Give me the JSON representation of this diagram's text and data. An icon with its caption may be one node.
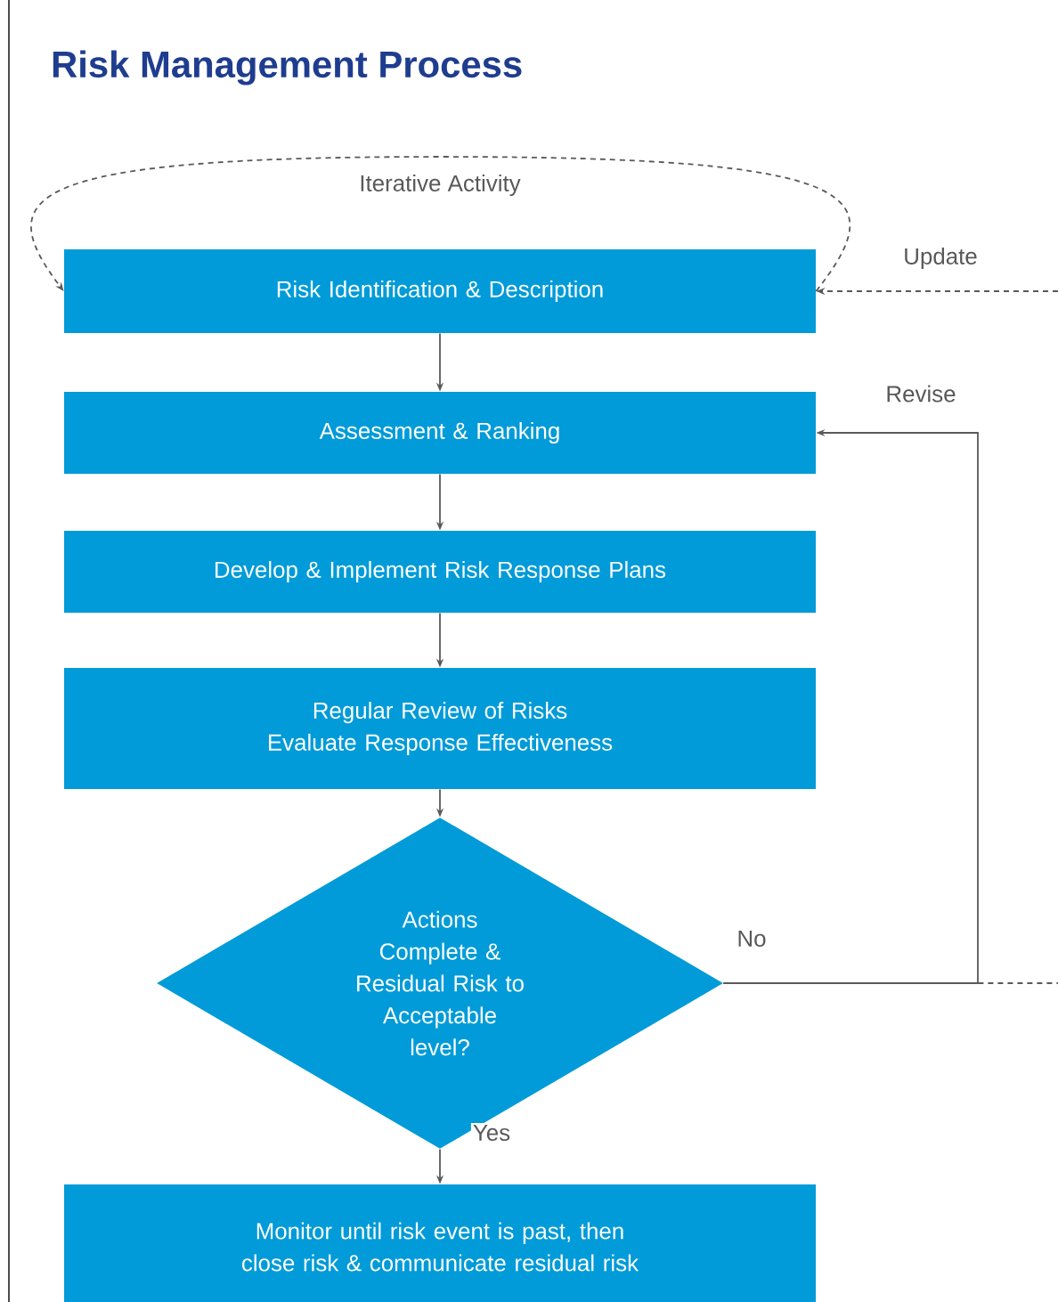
{
  "diagram": {
    "title": "Risk Management Process",
    "nodes": [
      {
        "text": [
          "Risk Identification & Description"
        ]
      },
      {
        "text": [
          "Assessment & Ranking"
        ]
      },
      {
        "text": [
          "Develop & Implement Risk Response Plans"
        ]
      },
      {
        "text": [
          "Regular Review of Risks Evaluate Response Effectiveness"
        ]
      },
      {
        "text": [
          "Actions Complete & Residual Risk to Acceptable level?"
        ]
      },
      {
        "text": [
          "Monitor until risk event is past, then close risk & communicate residual risk"
        ]
      }
    ],
    "edges": [
      {
        "from": 0,
        "to": 1,
        "arrow": "to"
      },
      {
        "from": 1,
        "to": 2,
        "arrow": "to"
      },
      {
        "from": 2,
        "to": 3,
        "arrow": "to"
      },
      {
        "from": 3,
        "to": 4,
        "arrow": "to"
      },
      {
        "from": 4,
        "to": 5,
        "arrow": "to",
        "label": "Yes"
      },
      {
        "from": 4,
        "to": 1,
        "arrow": "to",
        "label": "No"
      },
      {
        "from": 0,
        "to": 0,
        "arrow": "to",
        "style": "dashed",
        "label": "Iterative Activity"
      },
      {
        "from": null,
        "to": 0,
        "arrow": "to",
        "style": "dashed",
        "label": "Update"
      },
      {
        "from": 4,
        "to": null,
        "arrow": "none",
        "style": "dashed"
      }
    ],
    "labels": [
      "Revise"
    ]
  }
}
